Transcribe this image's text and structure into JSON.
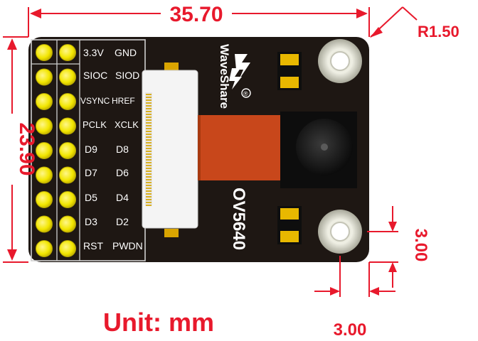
{
  "dimensions": {
    "width": "35.70",
    "height": "23.90",
    "corner_radius": "R1.50",
    "hole_offset_vertical": "3.00",
    "hole_offset_horizontal": "3.00"
  },
  "unit_label": "Unit: mm",
  "board": {
    "brand": "WaveShare",
    "model": "OV5640",
    "registered_mark": "®"
  },
  "pin_labels": [
    [
      "3.3V",
      "GND"
    ],
    [
      "SIOC",
      "SIOD"
    ],
    [
      "VSYNC",
      "HREF"
    ],
    [
      "PCLK",
      "XCLK"
    ],
    [
      "D9",
      "D8"
    ],
    [
      "D7",
      "D6"
    ],
    [
      "D5",
      "D4"
    ],
    [
      "D3",
      "D2"
    ],
    [
      "RST",
      "PWDN"
    ]
  ],
  "colors": {
    "dimension": "#e8192c",
    "pcb": "#1e1713",
    "pin_pad": "#f2e600",
    "flex_cable": "#c8471b",
    "smd_pad": "#e8b800"
  }
}
